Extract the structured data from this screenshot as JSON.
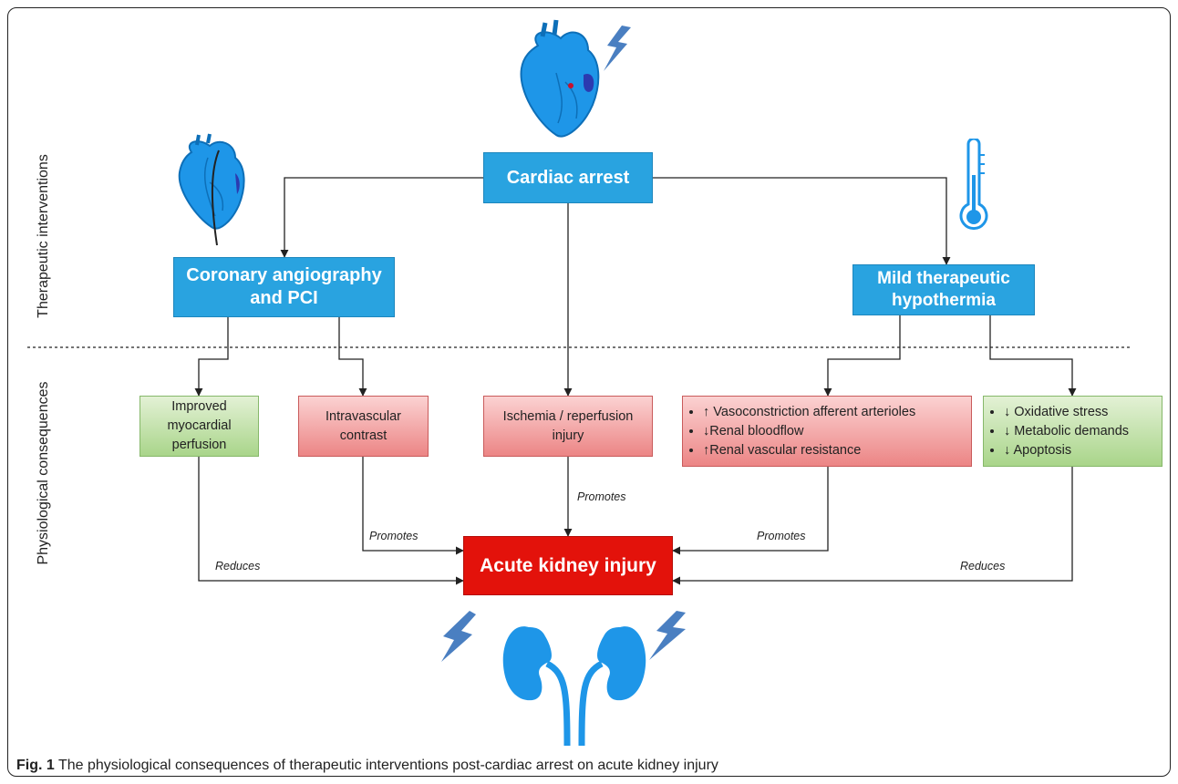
{
  "section_labels": {
    "top": "Therapeutic interventions",
    "bottom": "Physiological consequences"
  },
  "nodes": {
    "cardiac_arrest": "Cardiac arrest",
    "coronary": "Coronary angiography and PCI",
    "hypothermia": "Mild therapeutic hypothermia",
    "improved_perfusion": "Improved myocardial perfusion",
    "contrast": "Intravascular contrast",
    "ischemia": "Ischemia / reperfusion injury",
    "vasoconstriction": [
      "↑ Vasoconstriction afferent arterioles",
      "↓Renal bloodflow",
      "↑Renal vascular resistance"
    ],
    "protective": [
      "↓ Oxidative stress",
      "↓ Metabolic demands",
      "↓ Apoptosis"
    ],
    "aki": "Acute kidney injury"
  },
  "edge_labels": {
    "perfusion": "Reduces",
    "contrast": "Promotes",
    "ischemia": "Promotes",
    "vasoconstriction": "Promotes",
    "protective": "Reduces"
  },
  "caption": {
    "label": "Fig. 1",
    "text": " The physiological consequences of therapeutic interventions post-cardiac arrest on acute kidney injury"
  },
  "icons": [
    "heart-icon",
    "lightning-icon",
    "thermometer-icon",
    "kidneys-icon"
  ],
  "colors": {
    "blue_box": "#29a3e0",
    "red_box": "#ec8585",
    "green_box": "#a9d58a",
    "aki_box": "#e3120b",
    "icon_blue": "#1e96e8"
  }
}
